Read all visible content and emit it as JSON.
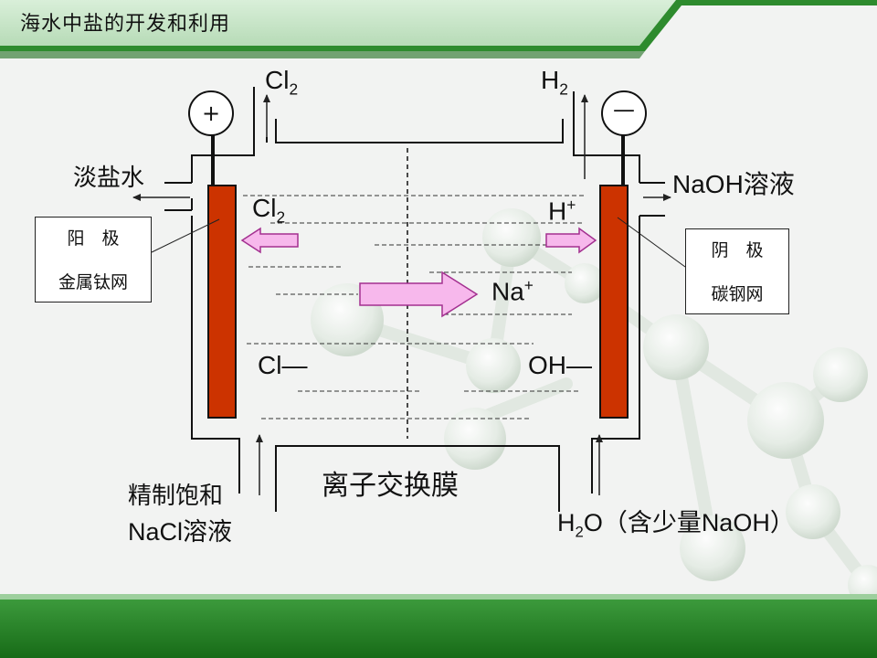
{
  "header": {
    "title": "海水中盐的开发和利用"
  },
  "electrodes": {
    "anode_sign": "+",
    "cathode_sign": "—"
  },
  "gases": {
    "top_left": "Cl",
    "top_left_sub": "2",
    "top_right": "H",
    "top_right_sub": "2",
    "inner_left": "Cl",
    "inner_left_sub": "2",
    "inner_right": "H",
    "inner_right_sup": "+"
  },
  "ions": {
    "sodium": "Na",
    "sodium_sup": "+",
    "chloride": "Cl—",
    "hydroxide": "OH—"
  },
  "streams": {
    "left_out": "淡盐水",
    "right_out": "NaOH溶液",
    "left_in_line1": "精制饱和",
    "left_in_line2": "NaCl溶液",
    "right_in_pre": "H",
    "right_in_sub": "2",
    "right_in_post": "O（含少量NaOH）"
  },
  "membrane": {
    "label": "离子交换膜"
  },
  "anode_box": {
    "line1": "阳　极",
    "line2": "金属钛网"
  },
  "cathode_box": {
    "line1": "阴　极",
    "line2": "碳钢网"
  },
  "colors": {
    "header_green": "#2e8b2e",
    "footer_green": "#1f7a1f",
    "electrode": "#cc3300",
    "arrow_fill": "#f7b8ec",
    "arrow_stroke": "#a33090"
  }
}
